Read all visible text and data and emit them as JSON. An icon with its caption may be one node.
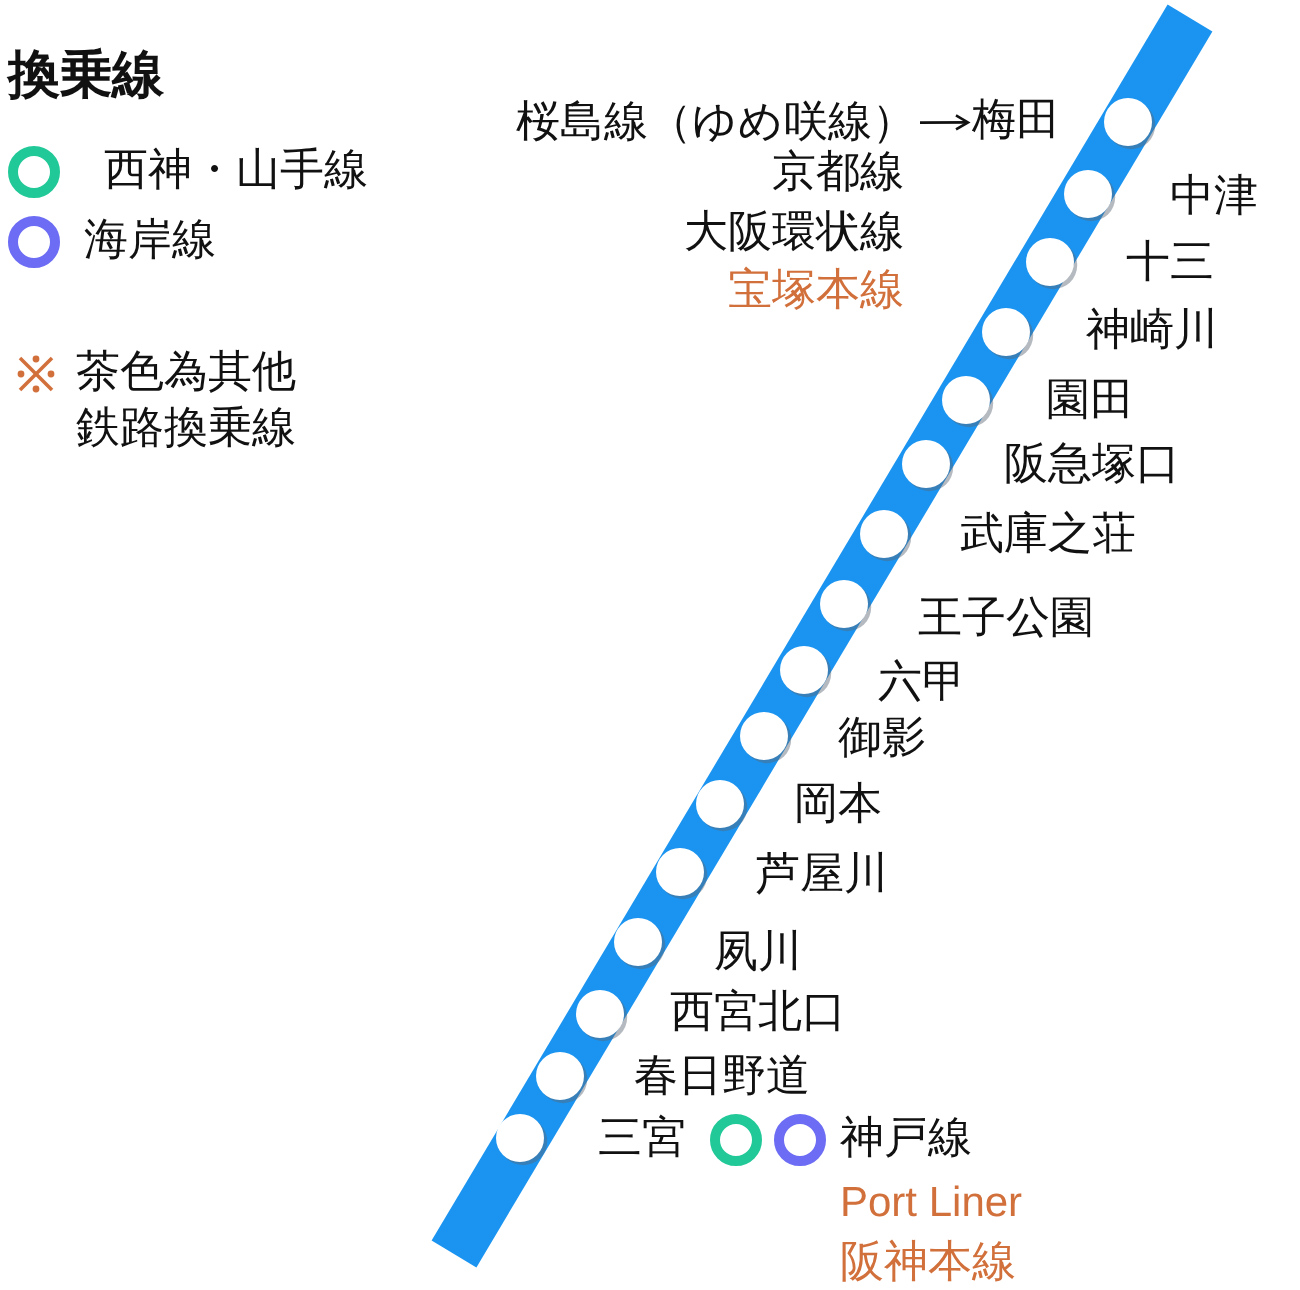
{
  "diagram": {
    "title": "換乗線",
    "nodes": [
      {
        "text": [
          "桜島線（ゆめ咲線）"
        ]
      },
      {
        "text": [
          "梅田"
        ]
      }
    ],
    "edges": [
      {
        "from": 0,
        "to": 1,
        "arrow": "to"
      }
    ],
    "labels": [
      "京都線",
      "中津",
      "大阪環状線",
      "十三",
      "宝塚本線",
      "神崎川",
      "園田",
      "阪急塚口",
      "武庫之荘",
      "王子公園",
      "六甲",
      "御影",
      "岡本",
      "芦屋川",
      "夙川",
      "西宮北口",
      "春日野道",
      "三宮",
      "神戸線",
      "Port Liner",
      "阪神本線"
    ],
    "legend": [
      {
        "text": "西神・山手線",
        "color": "#22c998"
      },
      {
        "text": "海岸線",
        "color": "#6c6cf4"
      },
      {
        "text": "茶色為其他鉄路換乗線",
        "color": "#d2703c"
      }
    ]
  }
}
